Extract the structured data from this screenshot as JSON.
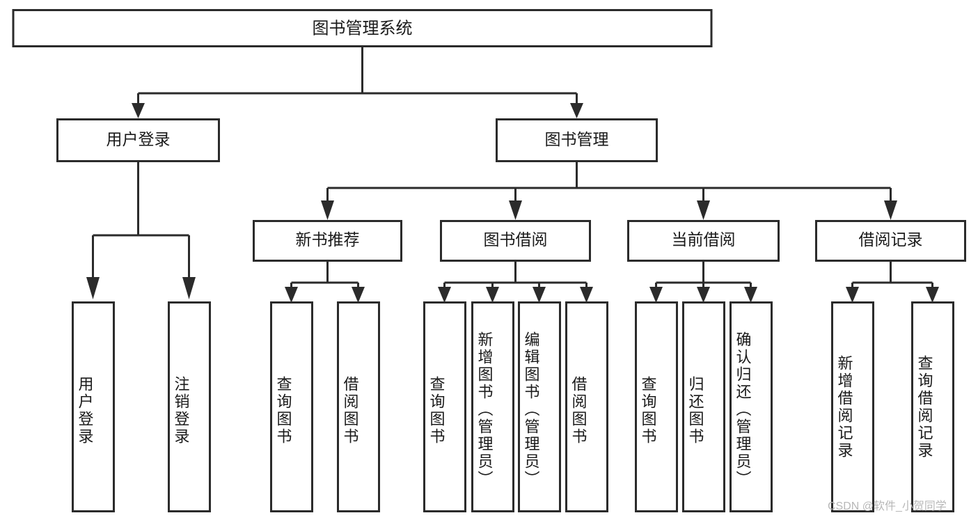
{
  "diagram": {
    "type": "tree",
    "title": "图书管理系统",
    "root": {
      "id": "root",
      "label": "图书管理系统"
    },
    "level2": [
      {
        "id": "user-login",
        "label": "用户登录"
      },
      {
        "id": "book-manage",
        "label": "图书管理"
      }
    ],
    "level3": [
      {
        "id": "new-book-recommend",
        "label": "新书推荐",
        "parent": "book-manage"
      },
      {
        "id": "book-borrow",
        "label": "图书借阅",
        "parent": "book-manage"
      },
      {
        "id": "current-borrow",
        "label": "当前借阅",
        "parent": "book-manage"
      },
      {
        "id": "borrow-record",
        "label": "借阅记录",
        "parent": "book-manage"
      }
    ],
    "leaves": {
      "user-login": [
        {
          "id": "leaf-user-login",
          "label": "用户登录"
        },
        {
          "id": "leaf-logout",
          "label": "注销登录"
        }
      ],
      "new-book-recommend": [
        {
          "id": "leaf-query-book-1",
          "label": "查询图书"
        },
        {
          "id": "leaf-borrow-book-1",
          "label": "借阅图书"
        }
      ],
      "book-borrow": [
        {
          "id": "leaf-query-book-2",
          "label": "查询图书"
        },
        {
          "id": "leaf-add-book",
          "label": "新增图书（管理员）"
        },
        {
          "id": "leaf-edit-book",
          "label": "编辑图书（管理员）"
        },
        {
          "id": "leaf-borrow-book-2",
          "label": "借阅图书"
        }
      ],
      "current-borrow": [
        {
          "id": "leaf-query-book-3",
          "label": "查询图书"
        },
        {
          "id": "leaf-return-book",
          "label": "归还图书"
        },
        {
          "id": "leaf-confirm-return",
          "label": "确认归还（管理员）"
        }
      ],
      "borrow-record": [
        {
          "id": "leaf-add-record",
          "label": "新增借阅记录"
        },
        {
          "id": "leaf-query-record",
          "label": "查询借阅记录"
        }
      ]
    },
    "colors": {
      "stroke": "#2b2b2b",
      "fill": "#ffffff",
      "text": "#1a1a1a",
      "watermark": "#b8b8b8",
      "background": "#ffffff"
    }
  },
  "watermark": {
    "text": "CSDN @软件_小贺同学"
  }
}
